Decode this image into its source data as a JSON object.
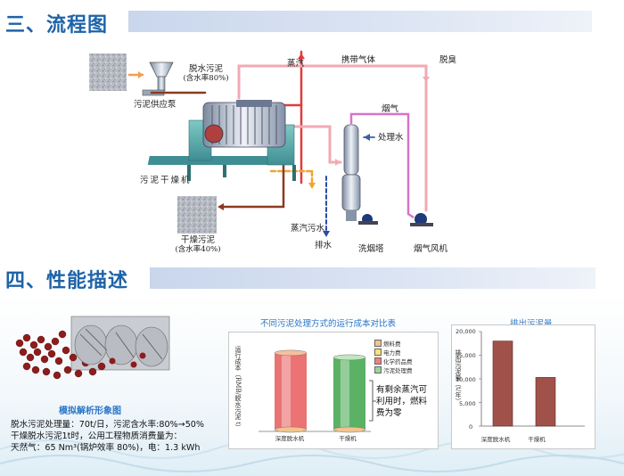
{
  "sections": {
    "flow_title": "三、流程图",
    "perf_title": "四、性能描述"
  },
  "flow": {
    "dewatered_sludge_1": "脱水污泥",
    "dewatered_sludge_2": "(含水率80%)",
    "sludge_pump": "污泥供应泵",
    "steam": "蒸汽",
    "carrier_gas": "携带气体",
    "deodorize": "脱臭",
    "flue_gas": "烟气",
    "process_water": "处理水",
    "dryer": "污泥干燥机",
    "dried_sludge_1": "干燥污泥",
    "dried_sludge_2": "(含水率40%)",
    "steam_waste_water": "蒸汽污水",
    "drain": "排水",
    "scrubber": "洗烟塔",
    "flue_fan": "烟气风机"
  },
  "perf": {
    "sim_caption": "模拟解析形象图",
    "spec_line1": "脱水污泥处理量：70t/日，污泥含水率:80%→50%",
    "spec_line2": "干燥脱水污泥1t时，公用工程物质消费量为：",
    "spec_line3": "天然气：65 Nm³(锅炉效率 80%)，电：1.3 kWh"
  },
  "chart_data": [
    {
      "type": "bar",
      "title": "不同污泥处理方式的运行成本对比表",
      "ylabel": "运行成本（RMB/脱水污泥 t）",
      "categories": [
        "深度脱水机",
        "干燥机"
      ],
      "legend": [
        "燃料费",
        "电力费",
        "化学药品费",
        "污泥处理费"
      ],
      "legend_colors": [
        "#f3c38f",
        "#f7e27a",
        "#f08080",
        "#9ad59a"
      ],
      "values": [
        205,
        193
      ],
      "annotation": [
        "有剩余蒸汽可",
        "利用时，燃料",
        "费为零"
      ],
      "colors": {
        "a": "#e85a5a",
        "b": "#3ea54a"
      }
    },
    {
      "type": "bar",
      "title": "排出污泥量",
      "ylabel": "排出污泥量（t/年）",
      "categories": [
        "深度脱水机",
        "干燥机"
      ],
      "values": [
        18000,
        10300
      ],
      "yticks": [
        "0",
        "5,000",
        "10,000",
        "15,000",
        "20,000"
      ],
      "ylim": [
        0,
        20000
      ],
      "bar_color": "#a0524a"
    }
  ]
}
